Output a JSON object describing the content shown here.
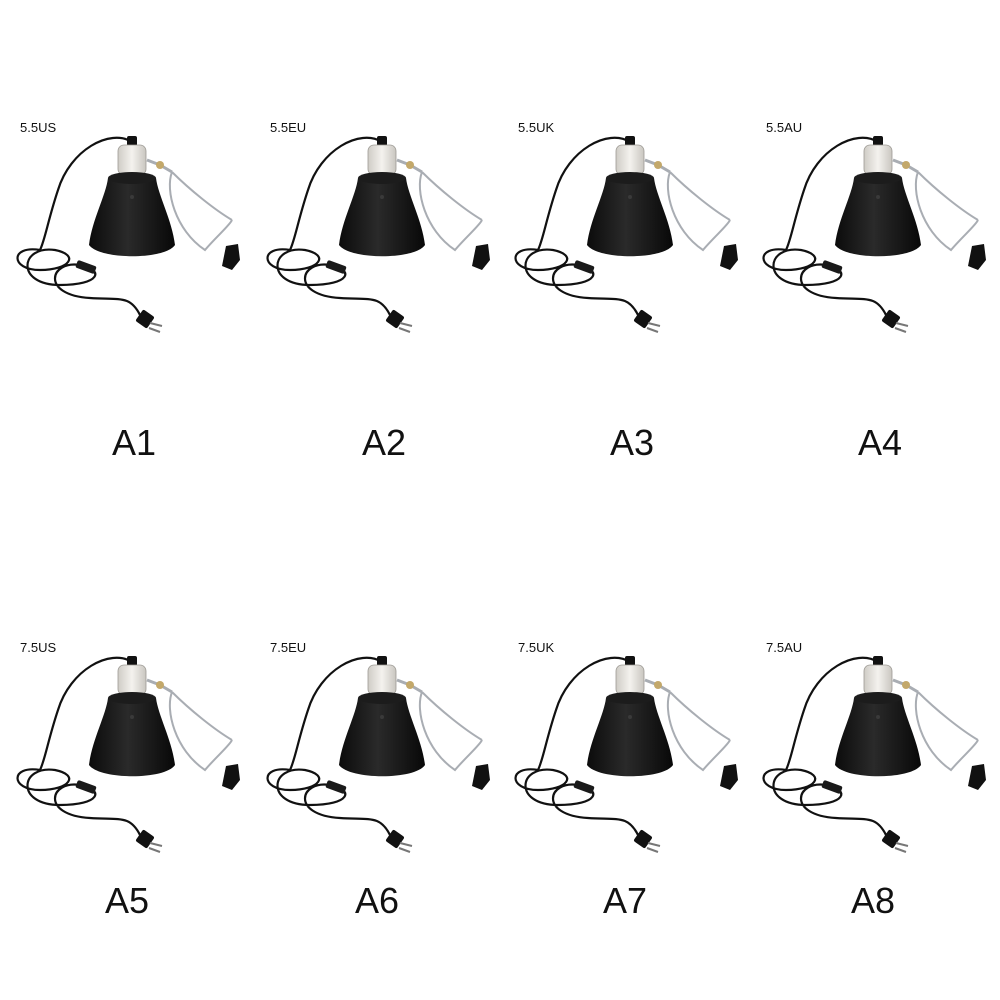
{
  "products": [
    {
      "variant": "5.5US",
      "code": "A1"
    },
    {
      "variant": "5.5EU",
      "code": "A2"
    },
    {
      "variant": "5.5UK",
      "code": "A3"
    },
    {
      "variant": "5.5AU",
      "code": "A4"
    },
    {
      "variant": "7.5US",
      "code": "A5"
    },
    {
      "variant": "7.5EU",
      "code": "A6"
    },
    {
      "variant": "7.5UK",
      "code": "A7"
    },
    {
      "variant": "7.5AU",
      "code": "A8"
    }
  ],
  "icons": {
    "lamp": "clamp-lamp-photo"
  },
  "colors": {
    "shade": "#141414",
    "socket": "#e6e4df",
    "wire": "#a9adb3",
    "text": "#111111"
  }
}
